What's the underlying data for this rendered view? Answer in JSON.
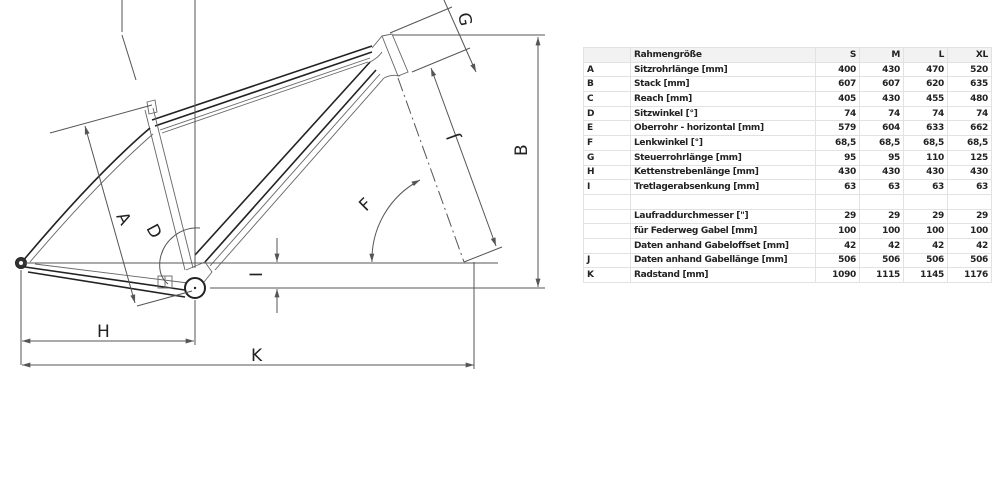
{
  "diagram": {
    "title": "Bike frame geometry drawing",
    "dimension_labels": {
      "A": "A",
      "B": "B",
      "D": "D",
      "F": "F",
      "G": "G",
      "H": "H",
      "I": "I",
      "J": "J",
      "K": "K"
    }
  },
  "table": {
    "header": {
      "code": "",
      "name": "Rahmengröße",
      "sizes": [
        "S",
        "M",
        "L",
        "XL"
      ]
    },
    "rows": [
      {
        "code": "A",
        "name": "Sitzrohrlänge [mm]",
        "values": [
          "400",
          "430",
          "470",
          "520"
        ]
      },
      {
        "code": "B",
        "name": "Stack [mm]",
        "values": [
          "607",
          "607",
          "620",
          "635"
        ]
      },
      {
        "code": "C",
        "name": "Reach [mm]",
        "values": [
          "405",
          "430",
          "455",
          "480"
        ]
      },
      {
        "code": "D",
        "name": "Sitzwinkel [°]",
        "values": [
          "74",
          "74",
          "74",
          "74"
        ]
      },
      {
        "code": "E",
        "name": "Oberrohr - horizontal [mm]",
        "values": [
          "579",
          "604",
          "633",
          "662"
        ]
      },
      {
        "code": "F",
        "name": "Lenkwinkel [°]",
        "values": [
          "68,5",
          "68,5",
          "68,5",
          "68,5"
        ]
      },
      {
        "code": "G",
        "name": "Steuerrohrlänge [mm]",
        "values": [
          "95",
          "95",
          "110",
          "125"
        ]
      },
      {
        "code": "H",
        "name": "Kettenstrebenlänge [mm]",
        "values": [
          "430",
          "430",
          "430",
          "430"
        ]
      },
      {
        "code": "I",
        "name": "Tretlagerabsenkung [mm]",
        "values": [
          "63",
          "63",
          "63",
          "63"
        ]
      },
      {
        "code": "",
        "name": "",
        "values": [
          "",
          "",
          "",
          ""
        ]
      },
      {
        "code": "",
        "name": "Laufraddurchmesser [\"]",
        "values": [
          "29",
          "29",
          "29",
          "29"
        ]
      },
      {
        "code": "",
        "name": "für Federweg Gabel [mm]",
        "values": [
          "100",
          "100",
          "100",
          "100"
        ]
      },
      {
        "code": "",
        "name": "Daten anhand Gabeloffset [mm]",
        "values": [
          "42",
          "42",
          "42",
          "42"
        ]
      },
      {
        "code": "J",
        "name": "Daten anhand Gabellänge [mm]",
        "values": [
          "506",
          "506",
          "506",
          "506"
        ]
      },
      {
        "code": "K",
        "name": "Radstand [mm]",
        "values": [
          "1090",
          "1115",
          "1145",
          "1176"
        ]
      }
    ]
  }
}
